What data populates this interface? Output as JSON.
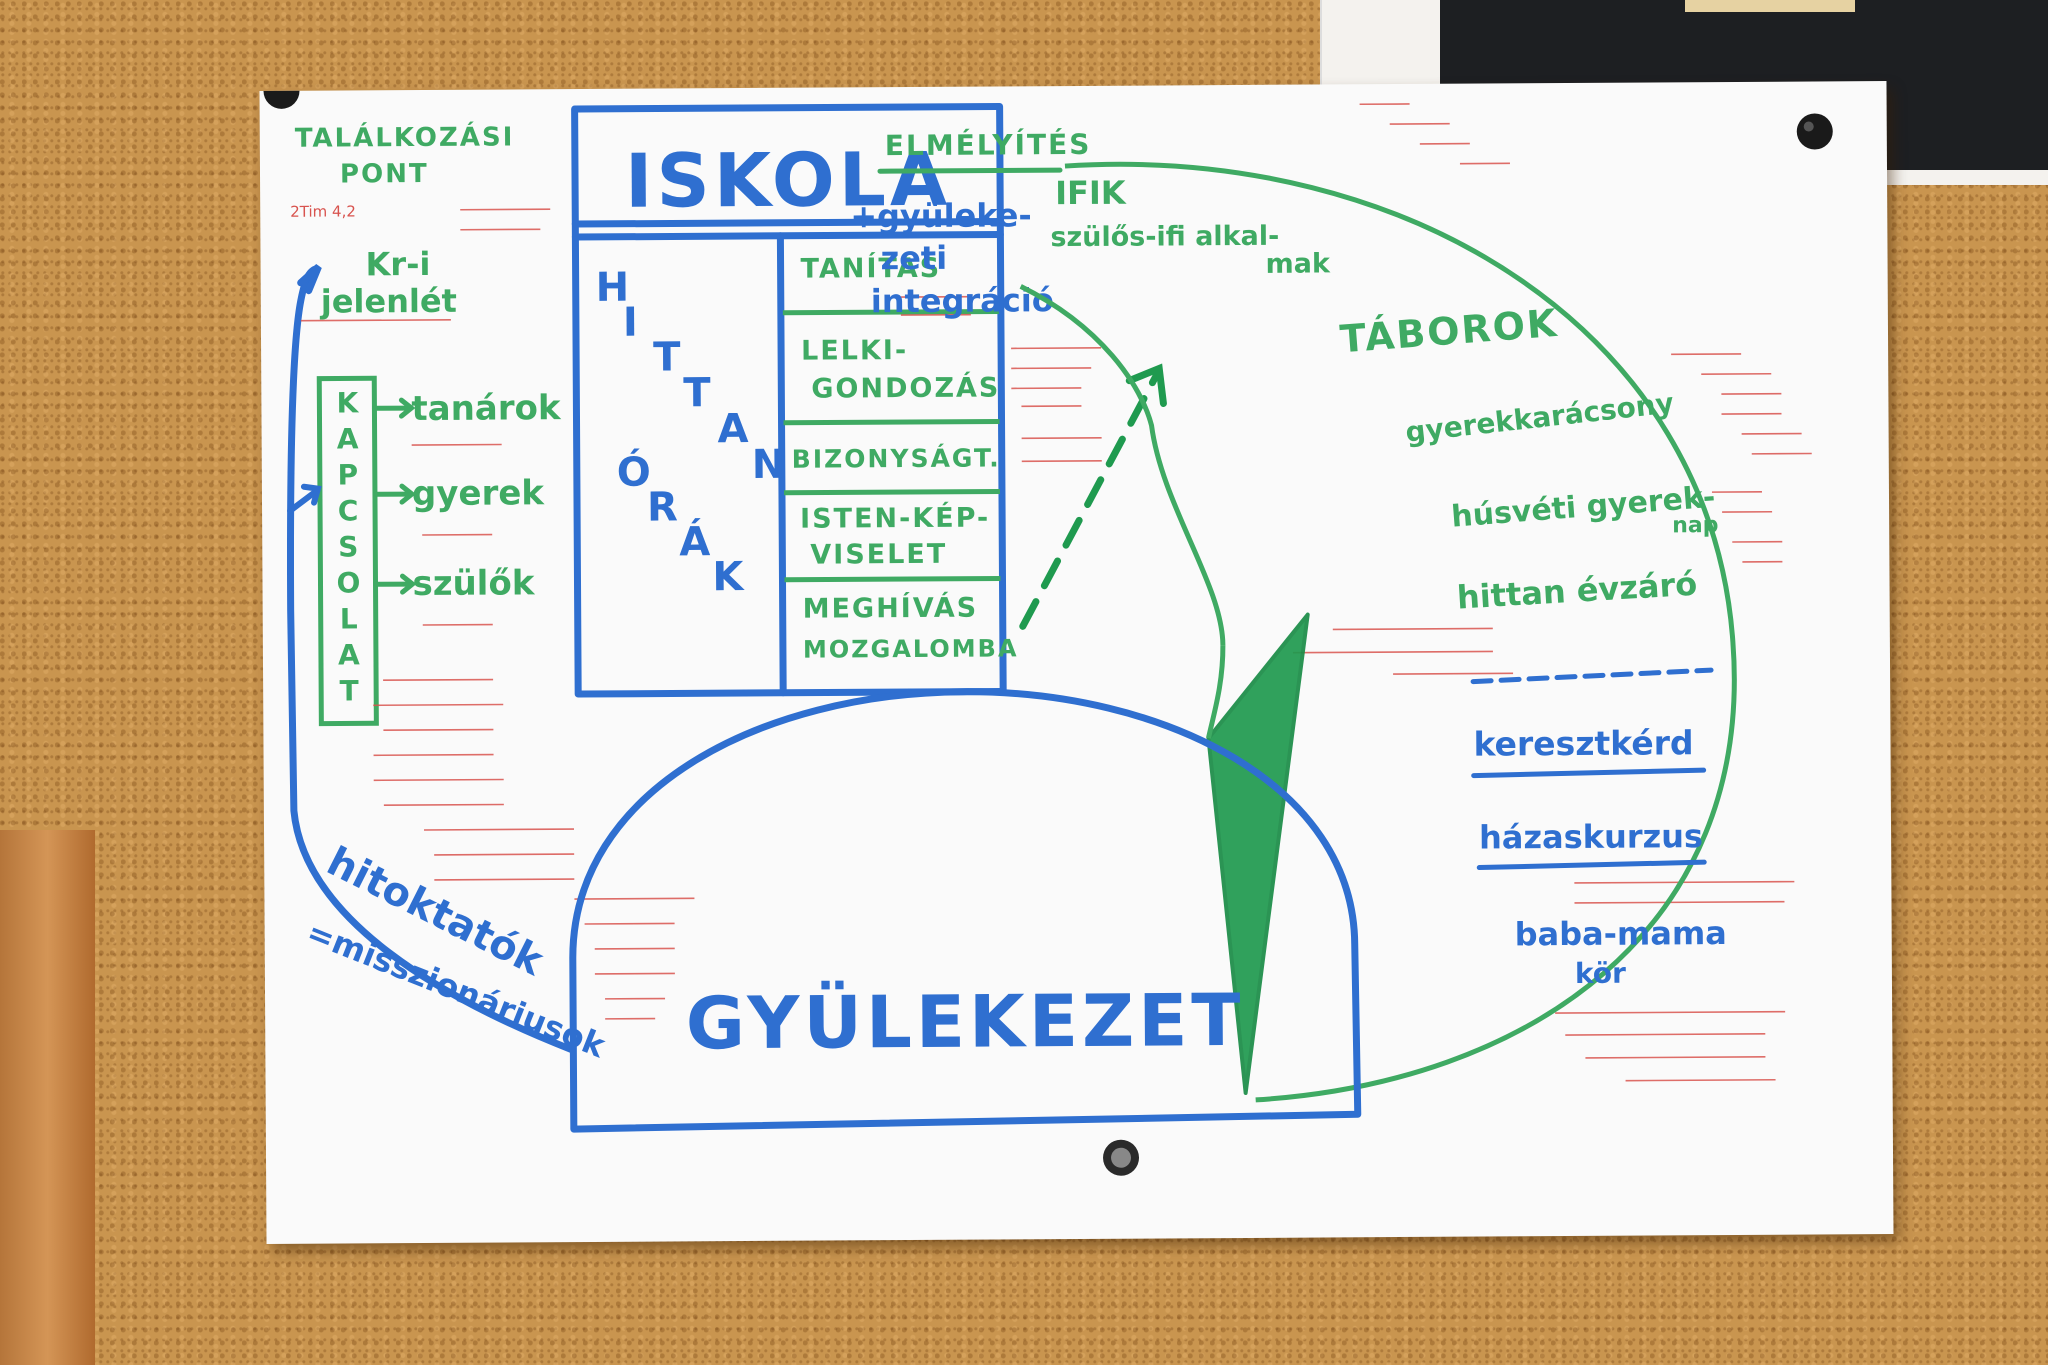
{
  "colors": {
    "blue": "#2f6fd0",
    "green": "#3faa63",
    "dark_green": "#1f9a4f",
    "red": "#d8534e"
  },
  "left": {
    "meeting_point": [
      "TALÁLKOZÁSI",
      "PONT"
    ],
    "verse_ref": "2Tim 4,2",
    "christ_presence": [
      "Kr-i",
      "jelenlét"
    ],
    "kapcsolat_letters": [
      "K",
      "A",
      "P",
      "C",
      "S",
      "O",
      "L",
      "A",
      "T"
    ],
    "teachers": "tanárok",
    "children": "gyerek",
    "parents": "szülők",
    "hitoktatok": "hitoktatók",
    "missionaries": "=misszionáriusok"
  },
  "school": {
    "title": "ISKOLA",
    "hittan_letters": [
      "H",
      "I",
      "T",
      "T",
      "A",
      "N"
    ],
    "orak_letters": [
      "Ó",
      "R",
      "Á",
      "K"
    ],
    "rows": [
      [
        "TANÍTÁS"
      ],
      [
        "LELKI-",
        "GONDOZÁS"
      ],
      [
        "BIZONYSÁGT."
      ],
      [
        "ISTEN-KÉP-",
        "VISELET"
      ],
      [
        "MEGHÍVÁS",
        "MOZGALOMBA"
      ]
    ]
  },
  "deepening": {
    "title": "ELMÉLYÍTÉS",
    "integration": [
      "+gyüleke-",
      "zeti",
      "integráció"
    ]
  },
  "right": {
    "ifik": "IFIK",
    "parent_youth": [
      "szülős-ifi alkal-",
      "mak"
    ],
    "camps": "TÁBOROK",
    "kids_christmas": "gyerekkarácsony",
    "easter_kids": [
      "húsvéti gyerek-",
      "nap"
    ],
    "hittan_closing": "hittan évzáró",
    "baptism": "keresztkérd",
    "marriage_course": "házaskurzus",
    "baby_mom": [
      "baba-mama",
      "kör"
    ]
  },
  "congregation": "GYÜLEKEZET"
}
